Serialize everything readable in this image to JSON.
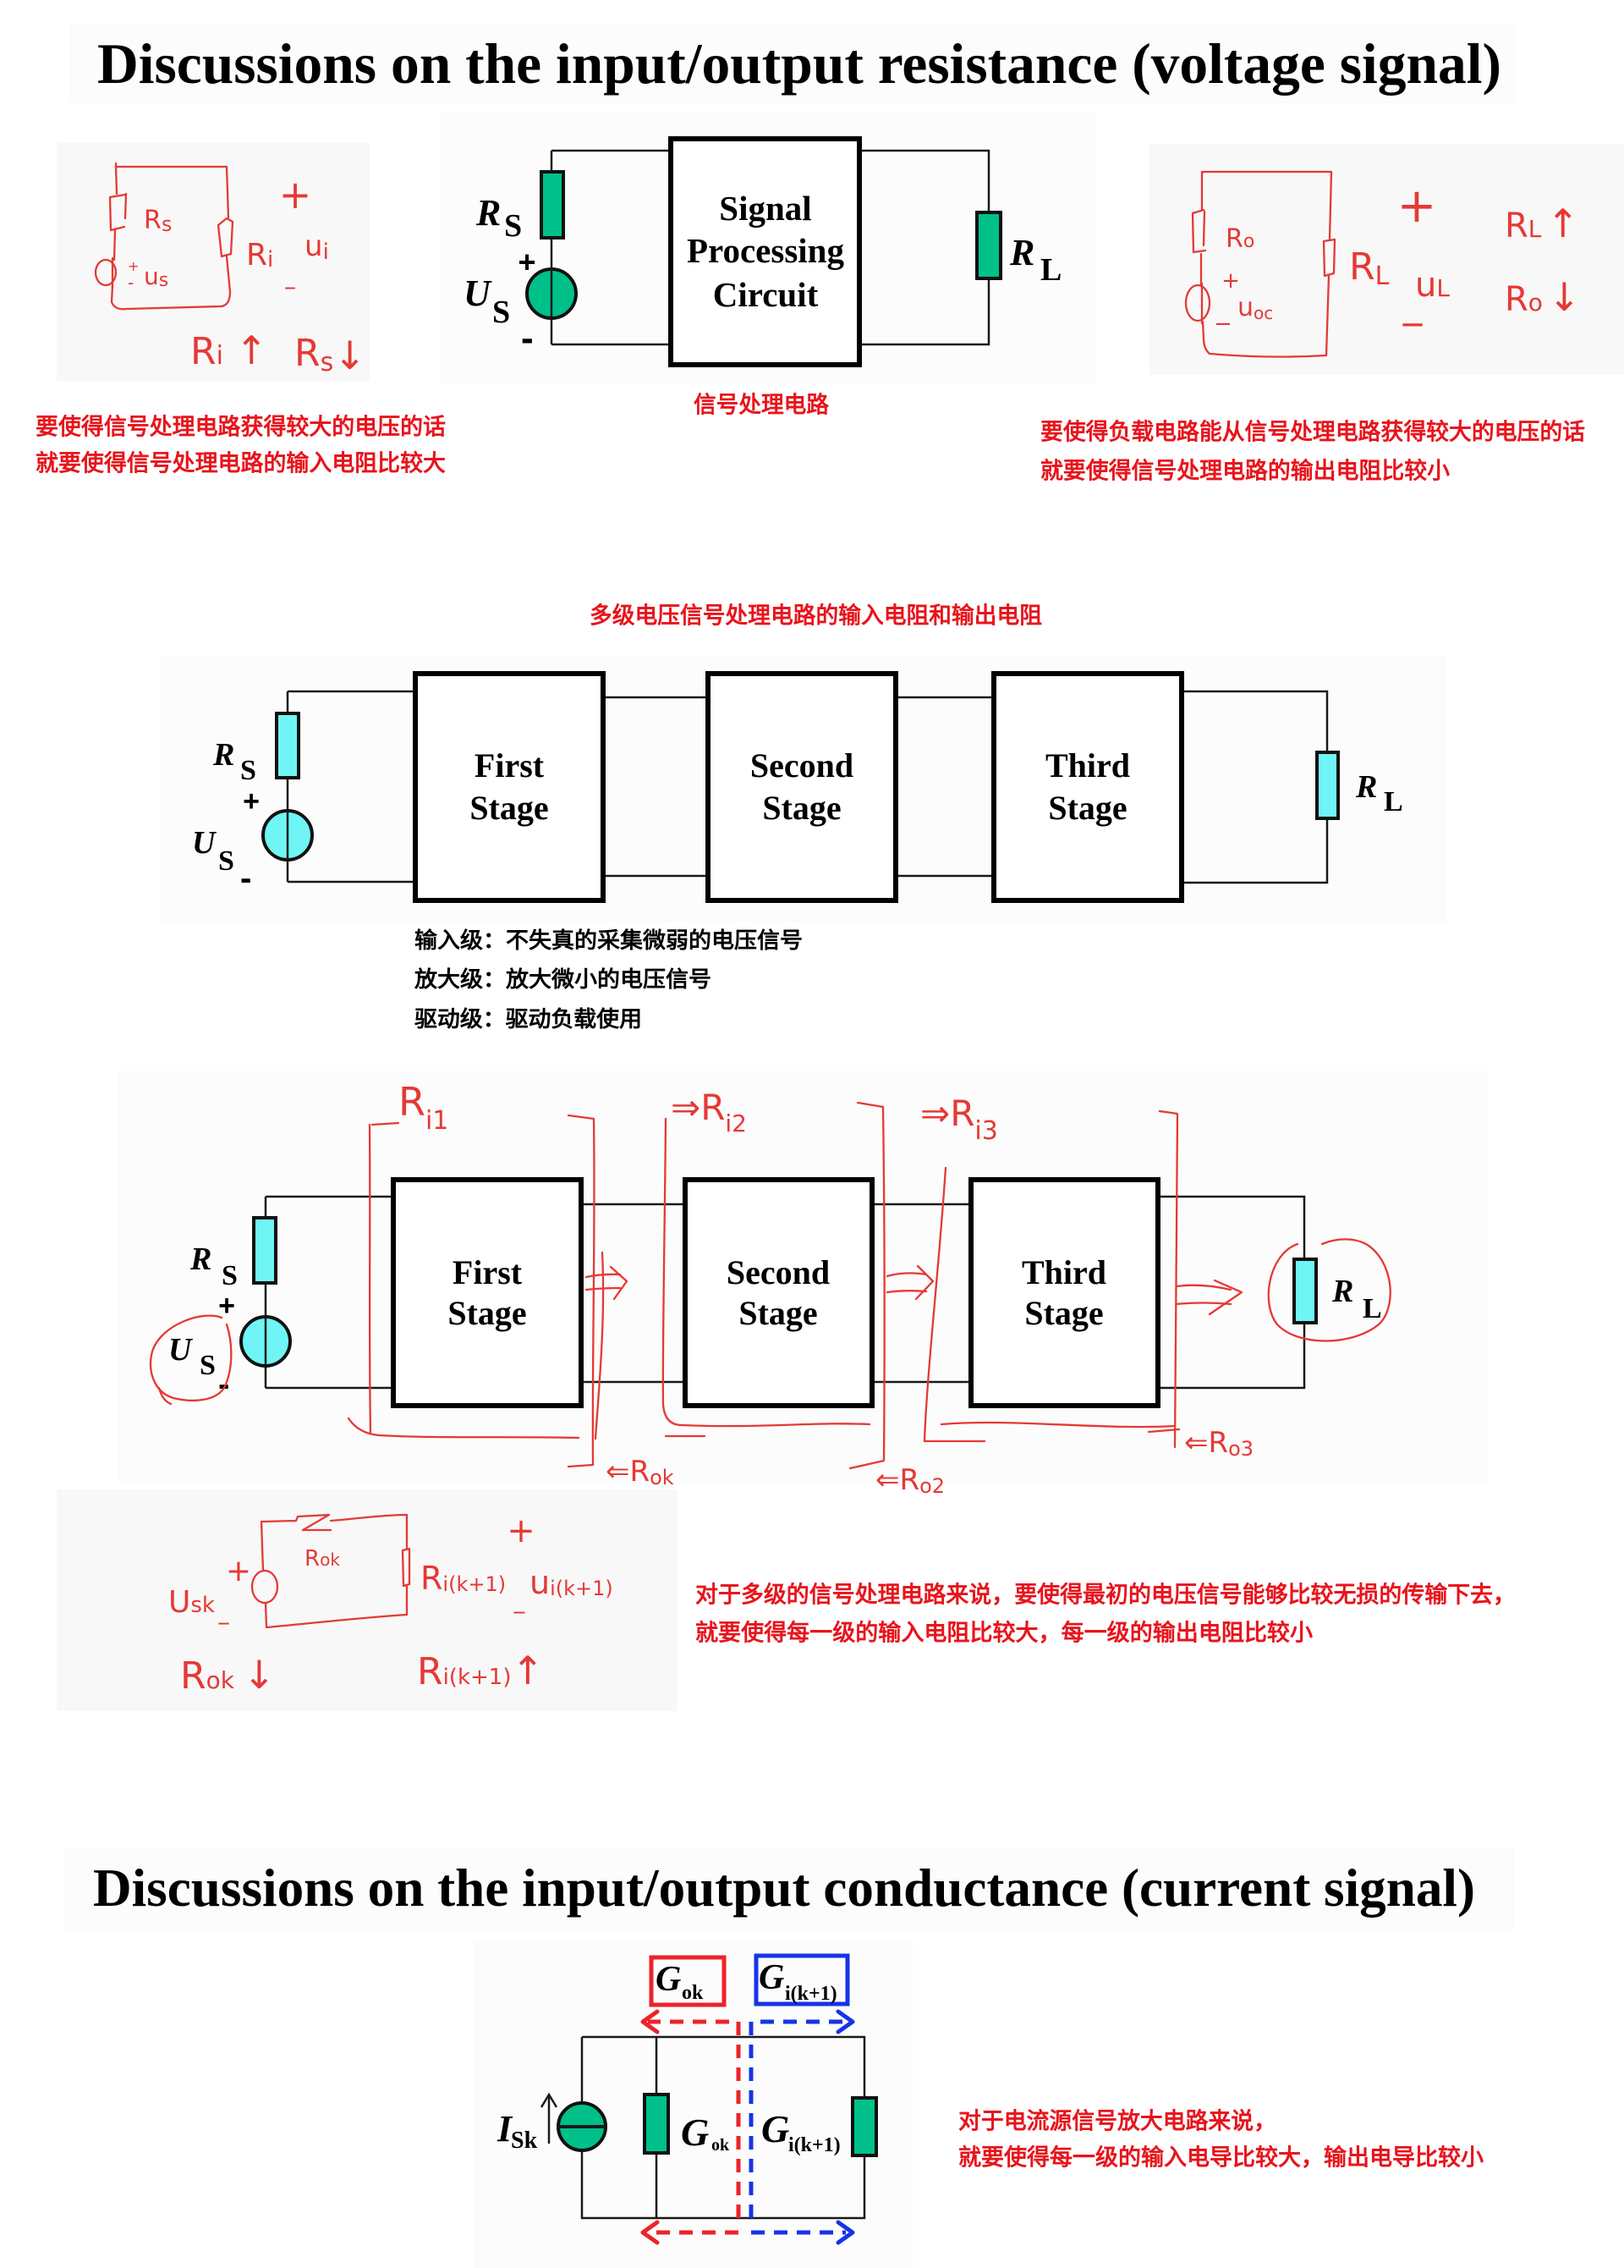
{
  "colors": {
    "note_red": "#e8141c",
    "handwriting_red": "#e53935",
    "component_green": "#00c08a",
    "component_cyan": "#6ff5f5",
    "marker_red": "#ee2229",
    "marker_blue": "#1733e6"
  },
  "voltage_section": {
    "title": "Discussions on the input/output resistance (voltage signal)",
    "single_stage": {
      "source_resistor": {
        "symbol": "R",
        "subscript": "S"
      },
      "source_voltage": {
        "symbol": "U",
        "subscript": "S"
      },
      "plus": "+",
      "minus": "-",
      "block_lines": [
        "Signal",
        "Processing",
        "Circuit"
      ],
      "load_resistor": {
        "symbol": "R",
        "subscript": "L"
      },
      "caption": "信号处理电路"
    },
    "input_sketch": {
      "rs": {
        "main": "R",
        "sub": "s"
      },
      "source": {
        "main": "u",
        "sub": "s",
        "plus": "+",
        "minus": "-"
      },
      "ri": {
        "main": "R",
        "sub": "i"
      },
      "ui": {
        "main": "u",
        "sub": "i",
        "plus": "+",
        "minus": "-"
      },
      "ri_trend": {
        "main": "R",
        "sub": "i",
        "arrow": "↑"
      },
      "rs_trend": {
        "main": "R",
        "sub": "s",
        "arrow": "↓"
      }
    },
    "input_note": [
      "要使得信号处理电路获得较大的电压的话",
      "就要使得信号处理电路的输入电阻比较大"
    ],
    "output_sketch": {
      "ro": {
        "main": "R",
        "sub": "o"
      },
      "source": {
        "main": "u",
        "sub": "oc",
        "plus": "+",
        "minus": "-"
      },
      "rl": {
        "main": "R",
        "sub": "L"
      },
      "ul": {
        "main": "u",
        "sub": "L",
        "plus": "+",
        "minus": "-"
      },
      "rl_trend": {
        "main": "R",
        "sub": "L",
        "arrow": "↑"
      },
      "ro_trend": {
        "main": "R",
        "sub": "o",
        "arrow": "↓"
      }
    },
    "output_note": [
      "要使得负载电路能从信号处理电路获得较大的电压的话",
      "就要使得信号处理电路的输出电阻比较小"
    ],
    "multi_stage": {
      "heading": "多级电压信号处理电路的输入电阻和输出电阻",
      "source_resistor": {
        "symbol": "R",
        "subscript": "S"
      },
      "source_voltage": {
        "symbol": "U",
        "subscript": "S"
      },
      "plus": "+",
      "minus": "-",
      "stages": [
        {
          "line1": "First",
          "line2": "Stage"
        },
        {
          "line1": "Second",
          "line2": "Stage"
        },
        {
          "line1": "Third",
          "line2": "Stage"
        }
      ],
      "load_resistor": {
        "symbol": "R",
        "subscript": "L"
      },
      "stage_roles": [
        "输入级：不失真的采集微弱的电压信号",
        "放大级：放大微小的电压信号",
        "驱动级：驱动负载使用"
      ]
    },
    "annotated_multi_stage": {
      "annotations": {
        "ri1": {
          "prefix": "",
          "main": "R",
          "sub": "i1"
        },
        "ri2": {
          "prefix": "⇒",
          "main": "R",
          "sub": "i2"
        },
        "ri3": {
          "prefix": "⇒",
          "main": "R",
          "sub": "i3"
        },
        "ro1": {
          "prefix": "⇐",
          "main": "R",
          "sub": "ok"
        },
        "ro2": {
          "prefix": "⇐",
          "main": "R",
          "sub": "o2"
        },
        "ro3": {
          "prefix": "⇐",
          "main": "R",
          "sub": "o3"
        }
      },
      "equivalent_sketch": {
        "rok": {
          "main": "R",
          "sub": "ok"
        },
        "usk": {
          "main": "U",
          "sub": "sk",
          "plus": "+",
          "minus": "-"
        },
        "rik1": {
          "main": "R",
          "sub": "i(k+1)"
        },
        "uik1": {
          "main": "u",
          "sub": "i(k+1)",
          "plus": "+",
          "minus": "-"
        },
        "rok_trend": {
          "main": "R",
          "sub": "ok",
          "arrow": "↓"
        },
        "rik1_trend": {
          "main": "R",
          "sub": "i(k+1)",
          "arrow": "↑"
        }
      },
      "note": [
        "对于多级的信号处理电路来说，要使得最初的电压信号能够比较无损的传输下去，",
        "就要使得每一级的输入电阻比较大，每一级的输出电阻比较小"
      ]
    }
  },
  "current_section": {
    "title": "Discussions on the input/output conductance (current signal)",
    "circuit": {
      "source": {
        "symbol": "I",
        "subscript": "Sk"
      },
      "output_conductance": {
        "symbol": "G",
        "subscript": "ok"
      },
      "input_conductance": {
        "symbol": "G",
        "subscript": "i(k+1)"
      },
      "boxed_output": {
        "symbol": "G",
        "subscript": "ok"
      },
      "boxed_input": {
        "symbol": "G",
        "subscript": "i(k+1)"
      }
    },
    "note": [
      "对于电流源信号放大电路来说，",
      "就要使得每一级的输入电导比较大，输出电导比较小"
    ]
  }
}
